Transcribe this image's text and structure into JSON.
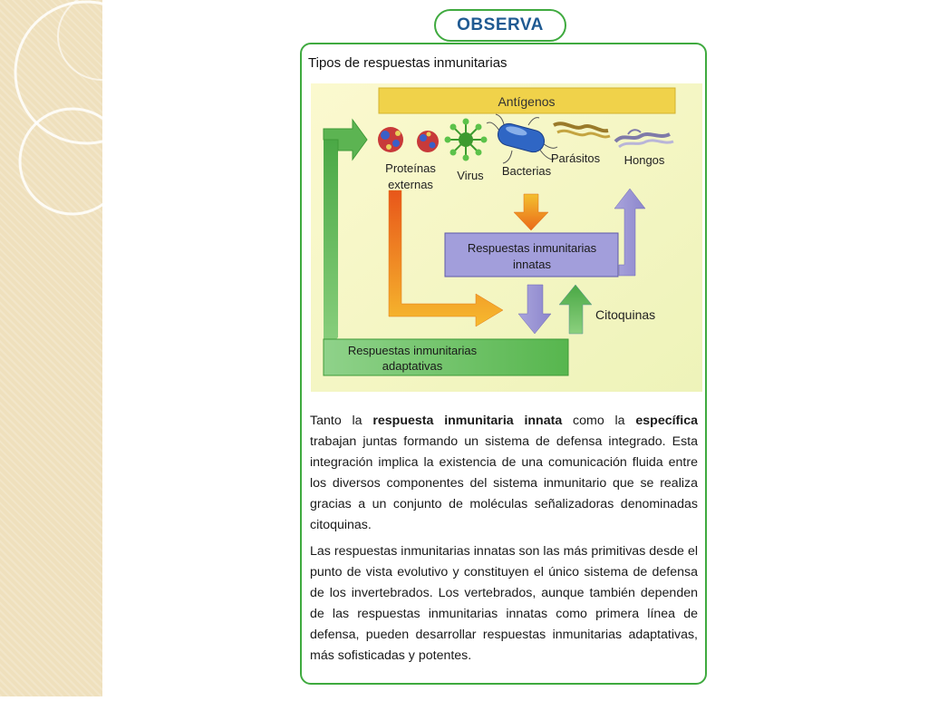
{
  "header": {
    "tab_label": "OBSERVA"
  },
  "figure": {
    "title": "Tipos de respuestas inmunitarias",
    "antigens_label": "Antígenos",
    "agents": [
      {
        "label": "Proteínas",
        "label2": "externas",
        "icon": "protein-icon"
      },
      {
        "label": "Virus",
        "icon": "virus-icon"
      },
      {
        "label": "Bacterias",
        "icon": "bacteria-icon"
      },
      {
        "label": "Parásitos",
        "icon": "parasite-icon"
      },
      {
        "label": "Hongos",
        "icon": "fungus-icon"
      }
    ],
    "innate_box": {
      "line1": "Respuestas inmunitarias",
      "line2": "innatas"
    },
    "cytokines_label": "Citoquinas",
    "adaptive_box": {
      "line1": "Respuestas inmunitarias",
      "line2": "adaptativas"
    },
    "colors": {
      "green": "#4fb04a",
      "yellow": "#f0d24a",
      "orange": "#ef7d1f",
      "purple": "#8c86cc",
      "frame": "#3faa3f"
    }
  },
  "text": {
    "p1_a": "Tanto la ",
    "p1_b": "respuesta inmunitaria innata",
    "p1_c": " como la ",
    "p1_d": "específica",
    "p1_e": " trabajan juntas formando un sistema de defensa integrado. Esta integración implica la existencia de una comunicación fluida entre los diversos componentes del sistema inmunitario que se realiza gracias a un conjunto de moléculas señalizadoras denominadas citoquinas.",
    "p2": "Las respuestas inmunitarias innatas son las más primitivas desde el punto de vista evolutivo y constituyen el único sistema de defensa de los invertebrados. Los vertebrados, aunque también dependen de las respuestas inmunitarias innatas como primera línea de defensa, pueden desarrollar respuestas inmunitarias adaptativas, más sofisticadas y potentes."
  }
}
